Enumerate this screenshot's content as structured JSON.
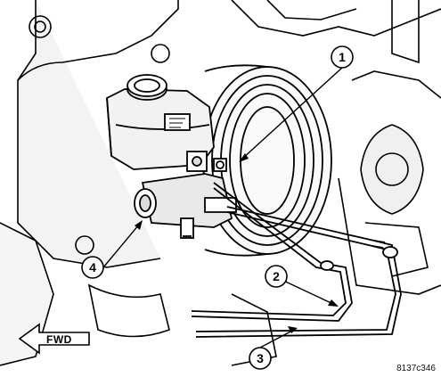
{
  "diagram": {
    "callouts": [
      {
        "id": "callout-1",
        "label": "1"
      },
      {
        "id": "callout-2",
        "label": "2"
      },
      {
        "id": "callout-3",
        "label": "3"
      },
      {
        "id": "callout-4",
        "label": "4"
      }
    ],
    "direction_label": "FWD",
    "figure_code": "8137c346"
  }
}
